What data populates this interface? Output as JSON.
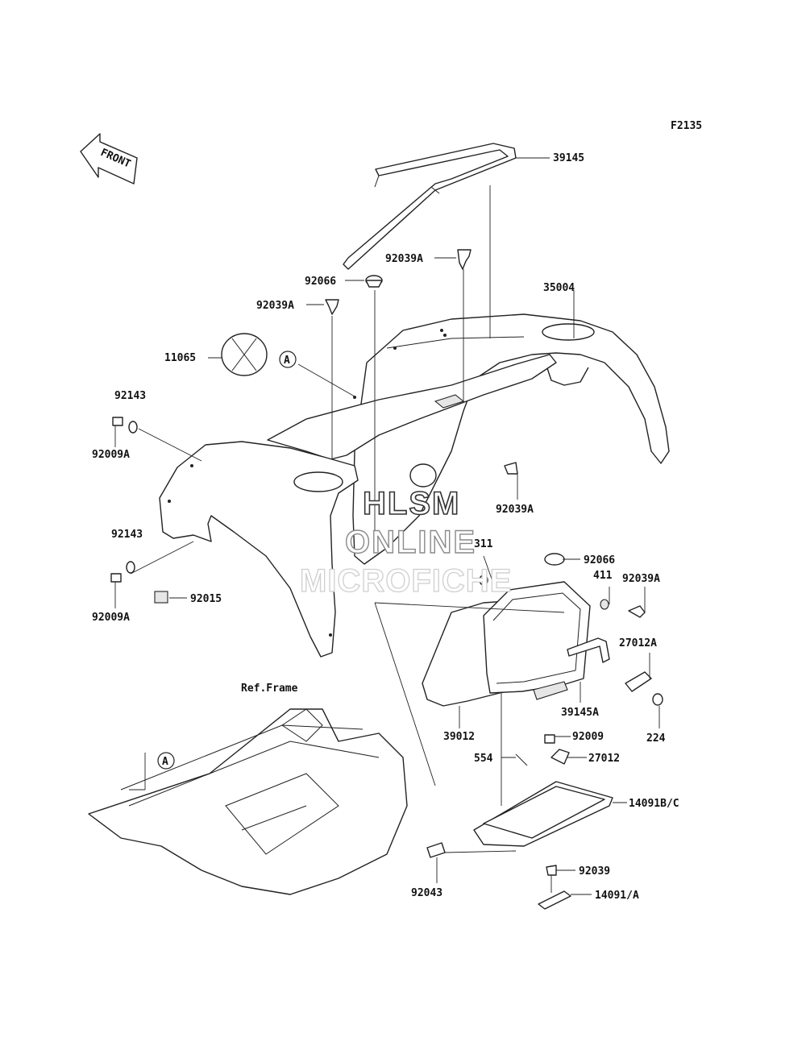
{
  "figure_code": "F2135",
  "front_arrow_label": "FRONT",
  "ref_frame_label": "Ref.Frame",
  "section_ref": "A",
  "watermark": {
    "line1": "HLSM",
    "line2": "ONLINE",
    "line3": "MICROFICHE"
  },
  "parts": [
    {
      "id": "39145",
      "label": "39145"
    },
    {
      "id": "92039A-top",
      "label": "92039A"
    },
    {
      "id": "92066-top",
      "label": "92066"
    },
    {
      "id": "92039A-left",
      "label": "92039A"
    },
    {
      "id": "35004",
      "label": "35004"
    },
    {
      "id": "11065",
      "label": "11065"
    },
    {
      "id": "92143-top",
      "label": "92143"
    },
    {
      "id": "92009A-top",
      "label": "92009A"
    },
    {
      "id": "92039A-mid",
      "label": "92039A"
    },
    {
      "id": "92143-bottom",
      "label": "92143"
    },
    {
      "id": "311",
      "label": "311"
    },
    {
      "id": "92066-right",
      "label": "92066"
    },
    {
      "id": "411",
      "label": "411"
    },
    {
      "id": "92039A-right",
      "label": "92039A"
    },
    {
      "id": "92009A-bottom",
      "label": "92009A"
    },
    {
      "id": "92015",
      "label": "92015"
    },
    {
      "id": "27012A",
      "label": "27012A"
    },
    {
      "id": "39145A",
      "label": "39145A"
    },
    {
      "id": "39012",
      "label": "39012"
    },
    {
      "id": "224",
      "label": "224"
    },
    {
      "id": "92009",
      "label": "92009"
    },
    {
      "id": "554",
      "label": "554"
    },
    {
      "id": "27012",
      "label": "27012"
    },
    {
      "id": "14091BC",
      "label": "14091B/C"
    },
    {
      "id": "92043",
      "label": "92043"
    },
    {
      "id": "92039",
      "label": "92039"
    },
    {
      "id": "14091A",
      "label": "14091/A"
    }
  ]
}
